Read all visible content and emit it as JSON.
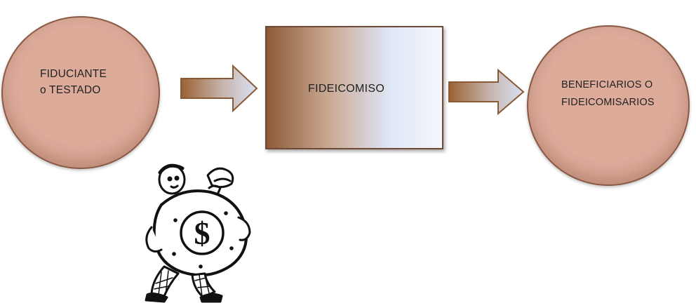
{
  "diagram": {
    "left_node": {
      "line1": "FIDUCIANTE",
      "line2": "o TESTADO"
    },
    "center_node": {
      "label": "FIDEICOMISO"
    },
    "right_node": {
      "line1": "BENEFICIARIOS O",
      "line2": "FIDEICOMISARIOS"
    },
    "clipart_symbol": "$"
  },
  "colors": {
    "circle_fill": "#dcab9a",
    "circle_border": "#8a5a45",
    "box_dark": "#8d5a36",
    "box_light": "#dfe6f6",
    "arrow_dark": "#9b6232",
    "arrow_light": "#d9e2f4"
  },
  "icons": [
    "money-bag-carrier-icon",
    "right-arrow-icon"
  ]
}
